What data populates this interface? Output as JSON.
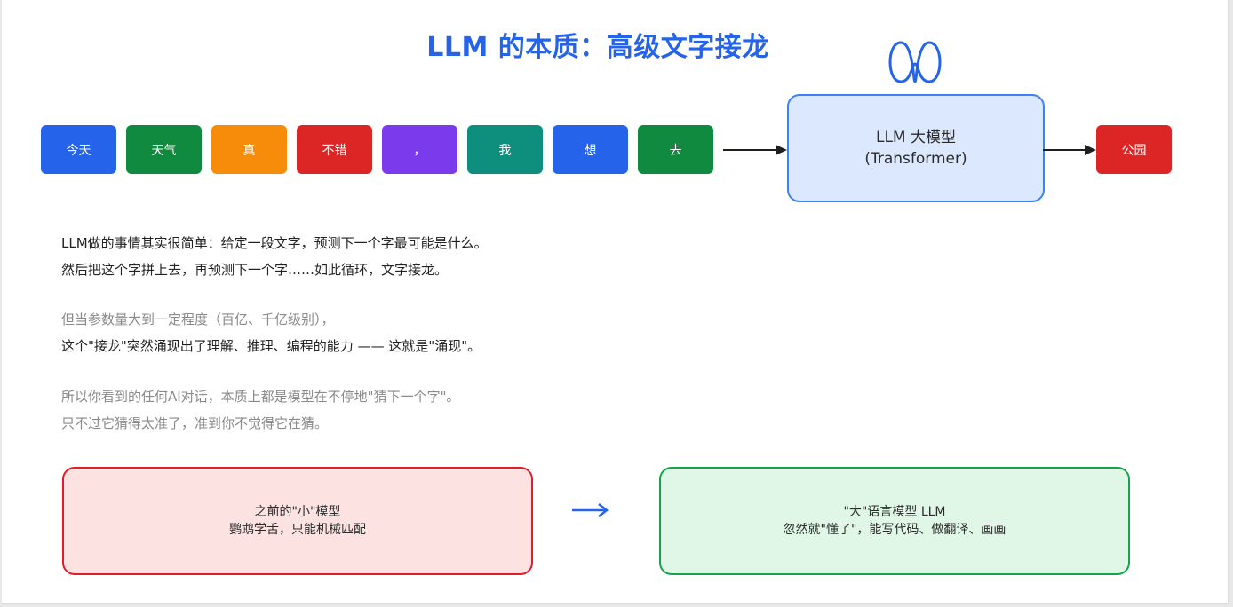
{
  "title": "LLM 的本质：高级文字接龙",
  "colors": {
    "title": "#2563eb",
    "box_border": "#3b82f6",
    "box_fill": "#dbe8fd",
    "old_border": "#e11d2a",
    "old_fill": "#fde2e2",
    "new_border": "#16a34a",
    "new_fill": "#e0f7e7"
  },
  "tokens": [
    {
      "text": "今天",
      "color": "#2563eb"
    },
    {
      "text": "天气",
      "color": "#0f8a3e"
    },
    {
      "text": "真",
      "color": "#f78c0a"
    },
    {
      "text": "不错",
      "color": "#dc2626"
    },
    {
      "text": "，",
      "color": "#7c3aed"
    },
    {
      "text": "我",
      "color": "#0e8f7e"
    },
    {
      "text": "想",
      "color": "#2563eb"
    },
    {
      "text": "去",
      "color": "#0f8a3e"
    }
  ],
  "model": {
    "line1": "LLM 大模型",
    "line2": "(Transformer)",
    "icon": "loop-icon"
  },
  "output_token": {
    "text": "公园",
    "color": "#dc2626"
  },
  "paragraphs": {
    "p1": {
      "line1": "LLM做的事情其实很简单：给定一段文字，预测下一个字最可能是什么。",
      "line2": "然后把这个字拼上去，再预测下一个字……如此循环，文字接龙。"
    },
    "p2": {
      "line1": "但当参数量大到一定程度（百亿、千亿级别），",
      "line2": "这个\"接龙\"突然涌现出了理解、推理、编程的能力 —— 这就是\"涌现\"。"
    },
    "p3": {
      "line1": "所以你看到的任何AI对话，本质上都是模型在不停地\"猜下一个字\"。",
      "line2": "只不过它猜得太准了，准到你不觉得它在猜。"
    }
  },
  "comparison": {
    "old": {
      "line1": "之前的\"小\"模型",
      "line2": "鹦鹉学舌，只能机械匹配"
    },
    "arrow": "→",
    "new": {
      "line1": "\"大\"语言模型 LLM",
      "line2": "忽然就\"懂了\"，能写代码、做翻译、画画"
    }
  }
}
